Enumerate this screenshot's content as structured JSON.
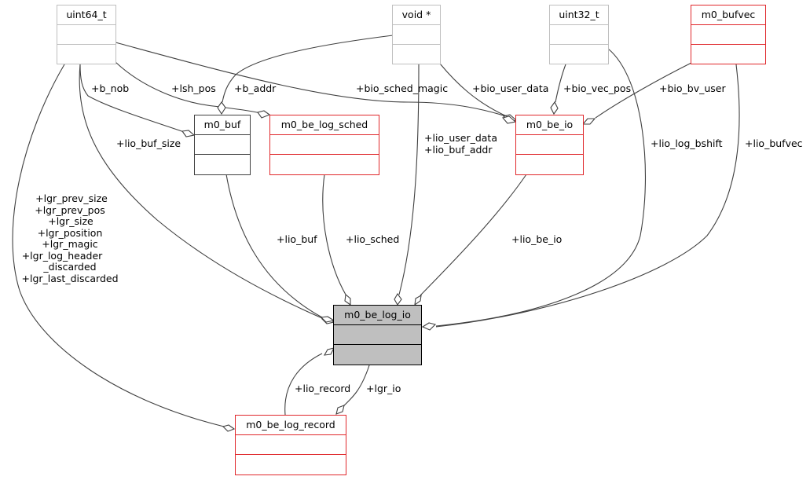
{
  "diagram": {
    "title": "Collaboration diagram for m0_be_log_io",
    "nodes": {
      "uint64_t": {
        "label": "uint64_t",
        "style": "external",
        "color": "#bfbfbf"
      },
      "void_ptr": {
        "label": "void *",
        "style": "external",
        "color": "#bfbfbf"
      },
      "uint32_t": {
        "label": "uint32_t",
        "style": "external",
        "color": "#bfbfbf"
      },
      "m0_bufvec": {
        "label": "m0_bufvec",
        "style": "documented",
        "color": "#e0282c"
      },
      "m0_buf": {
        "label": "m0_buf",
        "style": "undocumented",
        "color": "#404040"
      },
      "m0_be_log_sched": {
        "label": "m0_be_log_sched",
        "style": "documented",
        "color": "#e0282c"
      },
      "m0_be_io": {
        "label": "m0_be_io",
        "style": "documented",
        "color": "#e0282c"
      },
      "m0_be_log_io": {
        "label": "m0_be_log_io",
        "style": "focus",
        "color": "#bfbfbf"
      },
      "m0_be_log_record": {
        "label": "m0_be_log_record",
        "style": "documented",
        "color": "#e0282c"
      }
    },
    "edges": [
      {
        "from": "uint64_t",
        "to": "m0_buf",
        "label": "+b_nob"
      },
      {
        "from": "uint64_t",
        "to": "m0_be_log_sched",
        "label": "+lsh_pos"
      },
      {
        "from": "void_ptr",
        "to": "m0_buf",
        "label": "+b_addr"
      },
      {
        "from": "uint64_t",
        "to": "m0_be_io",
        "label": "+bio_sched_magic"
      },
      {
        "from": "void_ptr",
        "to": "m0_be_io",
        "label": "+bio_user_data"
      },
      {
        "from": "uint32_t",
        "to": "m0_be_io",
        "label": "+bio_vec_pos"
      },
      {
        "from": "m0_bufvec",
        "to": "m0_be_io",
        "label": "+bio_bv_user"
      },
      {
        "from": "uint64_t",
        "to": "m0_be_log_io",
        "label": "+lio_buf_size"
      },
      {
        "from": "void_ptr",
        "to": "m0_be_log_io",
        "label_lines": [
          "+lio_user_data",
          "+lio_buf_addr"
        ]
      },
      {
        "from": "uint32_t",
        "to": "m0_be_log_io",
        "label": "+lio_log_bshift"
      },
      {
        "from": "m0_bufvec",
        "to": "m0_be_log_io",
        "label": "+lio_bufvec"
      },
      {
        "from": "m0_buf",
        "to": "m0_be_log_io",
        "label": "+lio_buf"
      },
      {
        "from": "m0_be_log_sched",
        "to": "m0_be_log_io",
        "label": "+lio_sched"
      },
      {
        "from": "m0_be_io",
        "to": "m0_be_log_io",
        "label": "+lio_be_io"
      },
      {
        "from": "m0_be_log_record",
        "to": "m0_be_log_io",
        "label": "+lio_record"
      },
      {
        "from": "m0_be_log_io",
        "to": "m0_be_log_record",
        "label": "+lgr_io"
      },
      {
        "from": "uint64_t",
        "to": "m0_be_log_record",
        "label_lines": [
          "+lgr_prev_size",
          "+lgr_prev_pos",
          "+lgr_size",
          "+lgr_position",
          "+lgr_magic",
          "+lgr_log_header",
          "_discarded",
          "+lgr_last_discarded"
        ]
      }
    ]
  }
}
